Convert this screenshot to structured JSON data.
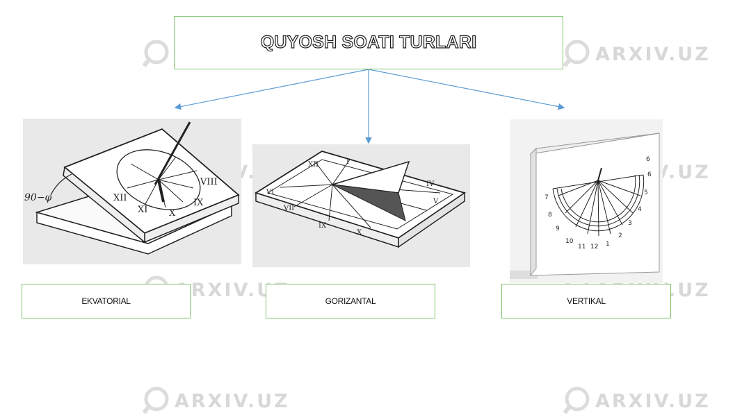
{
  "title": "QUYOSH SOATI TURLARI",
  "categories": [
    {
      "label": "EKVATORIAL"
    },
    {
      "label": "GORIZANTAL"
    },
    {
      "label": "VERTIKAL"
    }
  ],
  "illustration_texts": {
    "ekvatorial_angle": "90−φ",
    "vertikal_hours": [
      "6",
      "7",
      "8",
      "9",
      "10",
      "11",
      "12",
      "1",
      "2",
      "3",
      "4",
      "5",
      "6"
    ]
  },
  "watermark": "ARXIV.UZ",
  "colors": {
    "box_border": "#7cc36b",
    "arrow": "#5b9bd5",
    "watermark": "#d8d8d8"
  }
}
